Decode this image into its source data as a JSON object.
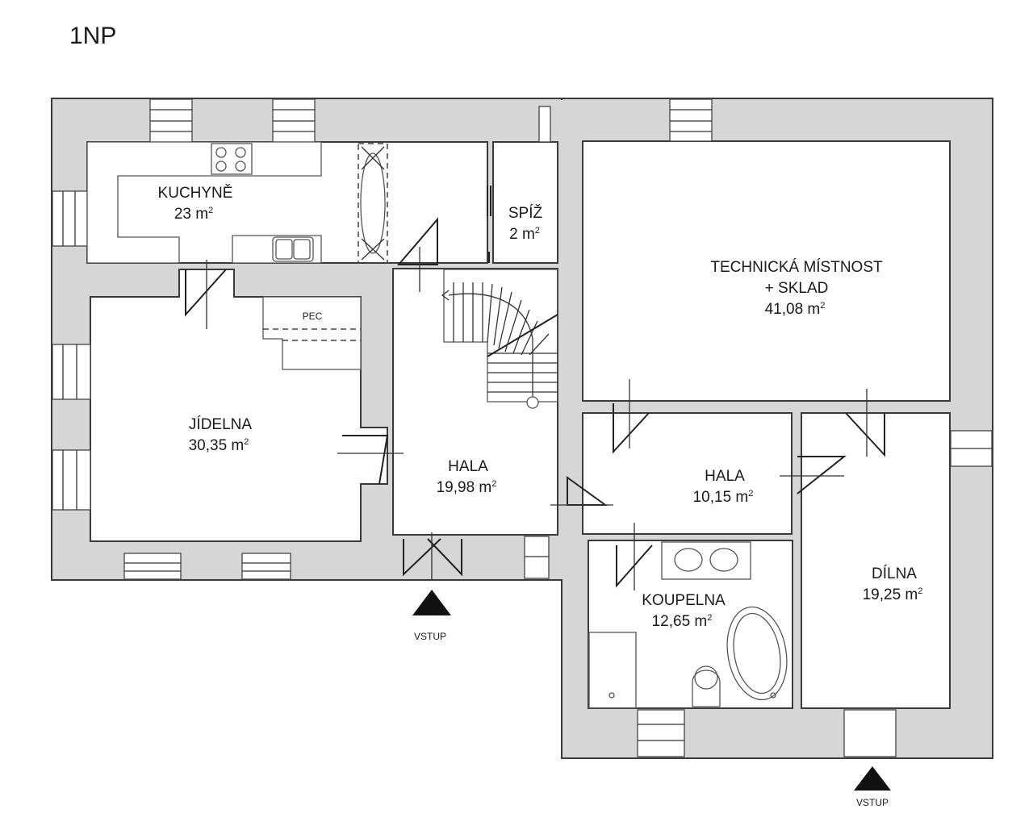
{
  "floor_label": "1NP",
  "rooms": {
    "kuchyne": {
      "name": "KUCHYNĚ",
      "area": "23 m",
      "sup": "2"
    },
    "spiz": {
      "name": "SPÍŽ",
      "area": "2 m",
      "sup": "2"
    },
    "technicka": {
      "name_line1": "TECHNICKÁ MÍSTNOST",
      "name_line2": "+ SKLAD",
      "area": "41,08 m",
      "sup": "2"
    },
    "jidelna": {
      "name": "JÍDELNA",
      "area": "30,35 m",
      "sup": "2"
    },
    "hala_main": {
      "name": "HALA",
      "area": "19,98 m",
      "sup": "2"
    },
    "hala_small": {
      "name": "HALA",
      "area": "10,15 m",
      "sup": "2"
    },
    "koupelna": {
      "name": "KOUPELNA",
      "area": "12,65 m",
      "sup": "2"
    },
    "dilna": {
      "name": "DÍLNA",
      "area": "19,25 m",
      "sup": "2"
    }
  },
  "pec_label": "PEC",
  "entrances": [
    {
      "label": "VSTUP"
    },
    {
      "label": "VSTUP"
    }
  ],
  "colors": {
    "wall": "#d6d6d6",
    "line": "#222222"
  }
}
